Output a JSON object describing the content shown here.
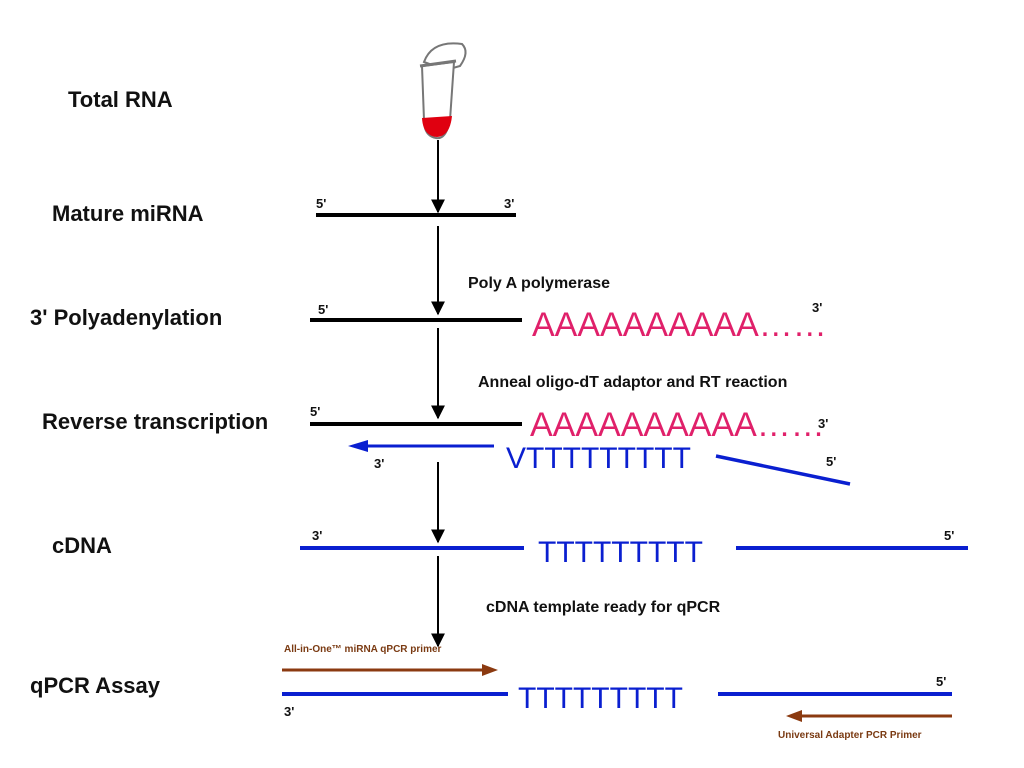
{
  "steps": {
    "total_rna": "Total RNA",
    "mature_mirna": "Mature miRNA",
    "polyadenylation": "3' Polyadenylation",
    "reverse_transcription": "Reverse transcription",
    "cdna": "cDNA",
    "qpcr_assay": "qPCR Assay"
  },
  "annotations": {
    "poly_a_polymerase": "Poly A polymerase",
    "anneal": "Anneal oligo-dT adaptor and RT reaction",
    "cdna_ready": "cDNA template ready for  qPCR",
    "all_in_one_primer": "All-in-One™ miRNA qPCR primer",
    "universal_primer": "Universal Adapter PCR Primer"
  },
  "ends": {
    "five_prime": "5'",
    "three_prime": "3'"
  },
  "sequences": {
    "poly_a": "AAAAAAAAAA……",
    "oligo_dt": "VTTTTTTTTT",
    "poly_t": "TTTTTTTTT"
  },
  "colors": {
    "strand_rna": "#000000",
    "strand_dna": "#0a1fd0",
    "poly_a": "#e0206a",
    "primer": "#8b3a10"
  },
  "icons": {
    "tube": "microcentrifuge-tube-icon"
  }
}
